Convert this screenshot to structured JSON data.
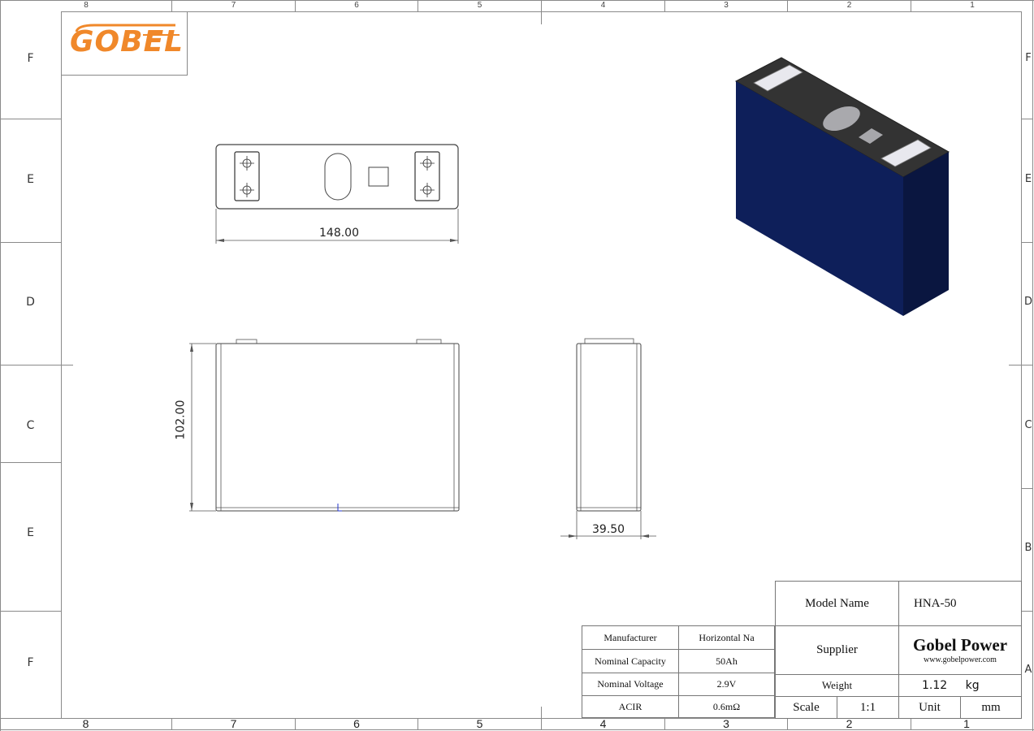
{
  "drawing": {
    "title": "Battery cell engineering drawing",
    "logo": {
      "text": "GOBEL",
      "color": "#f0882a"
    },
    "zones": {
      "columns_top": [
        "8",
        "7",
        "6",
        "5",
        "4",
        "3",
        "2",
        "1"
      ],
      "columns_bottom": [
        "8",
        "7",
        "6",
        "5",
        "4",
        "3",
        "2",
        "1"
      ],
      "rows_left": [
        "F",
        "E",
        "D",
        "C",
        "E",
        "F"
      ],
      "rows_right": [
        "F",
        "E",
        "D",
        "C",
        "B",
        "A"
      ]
    },
    "views": {
      "top_view": {
        "dimension_width": "148.00"
      },
      "front_view": {
        "dimension_height": "102.00"
      },
      "side_view": {
        "dimension_thickness": "39.50"
      },
      "isometric_view": {
        "body_color": "#0a1f5c",
        "top_color": "#333333"
      }
    }
  },
  "specs_table": {
    "rows": [
      {
        "label": "Manufacturer",
        "value": "Horizontal Na"
      },
      {
        "label": "Nominal Capacity",
        "value": "50Ah"
      },
      {
        "label": "Nominal Voltage",
        "value": "2.9V"
      },
      {
        "label": "ACIR",
        "value": "0.6mΩ"
      }
    ]
  },
  "title_block": {
    "model_name_label": "Model Name",
    "model_name_value": "HNA-50",
    "supplier_label": "Supplier",
    "supplier_name": "Gobel Power",
    "supplier_url": "www.gobelpower.com",
    "weight_label": "Weight",
    "weight_value": "1.12",
    "weight_unit": "kg",
    "scale_label": "Scale",
    "scale_value": "1:1",
    "unit_label": "Unit",
    "unit_value": "mm"
  }
}
